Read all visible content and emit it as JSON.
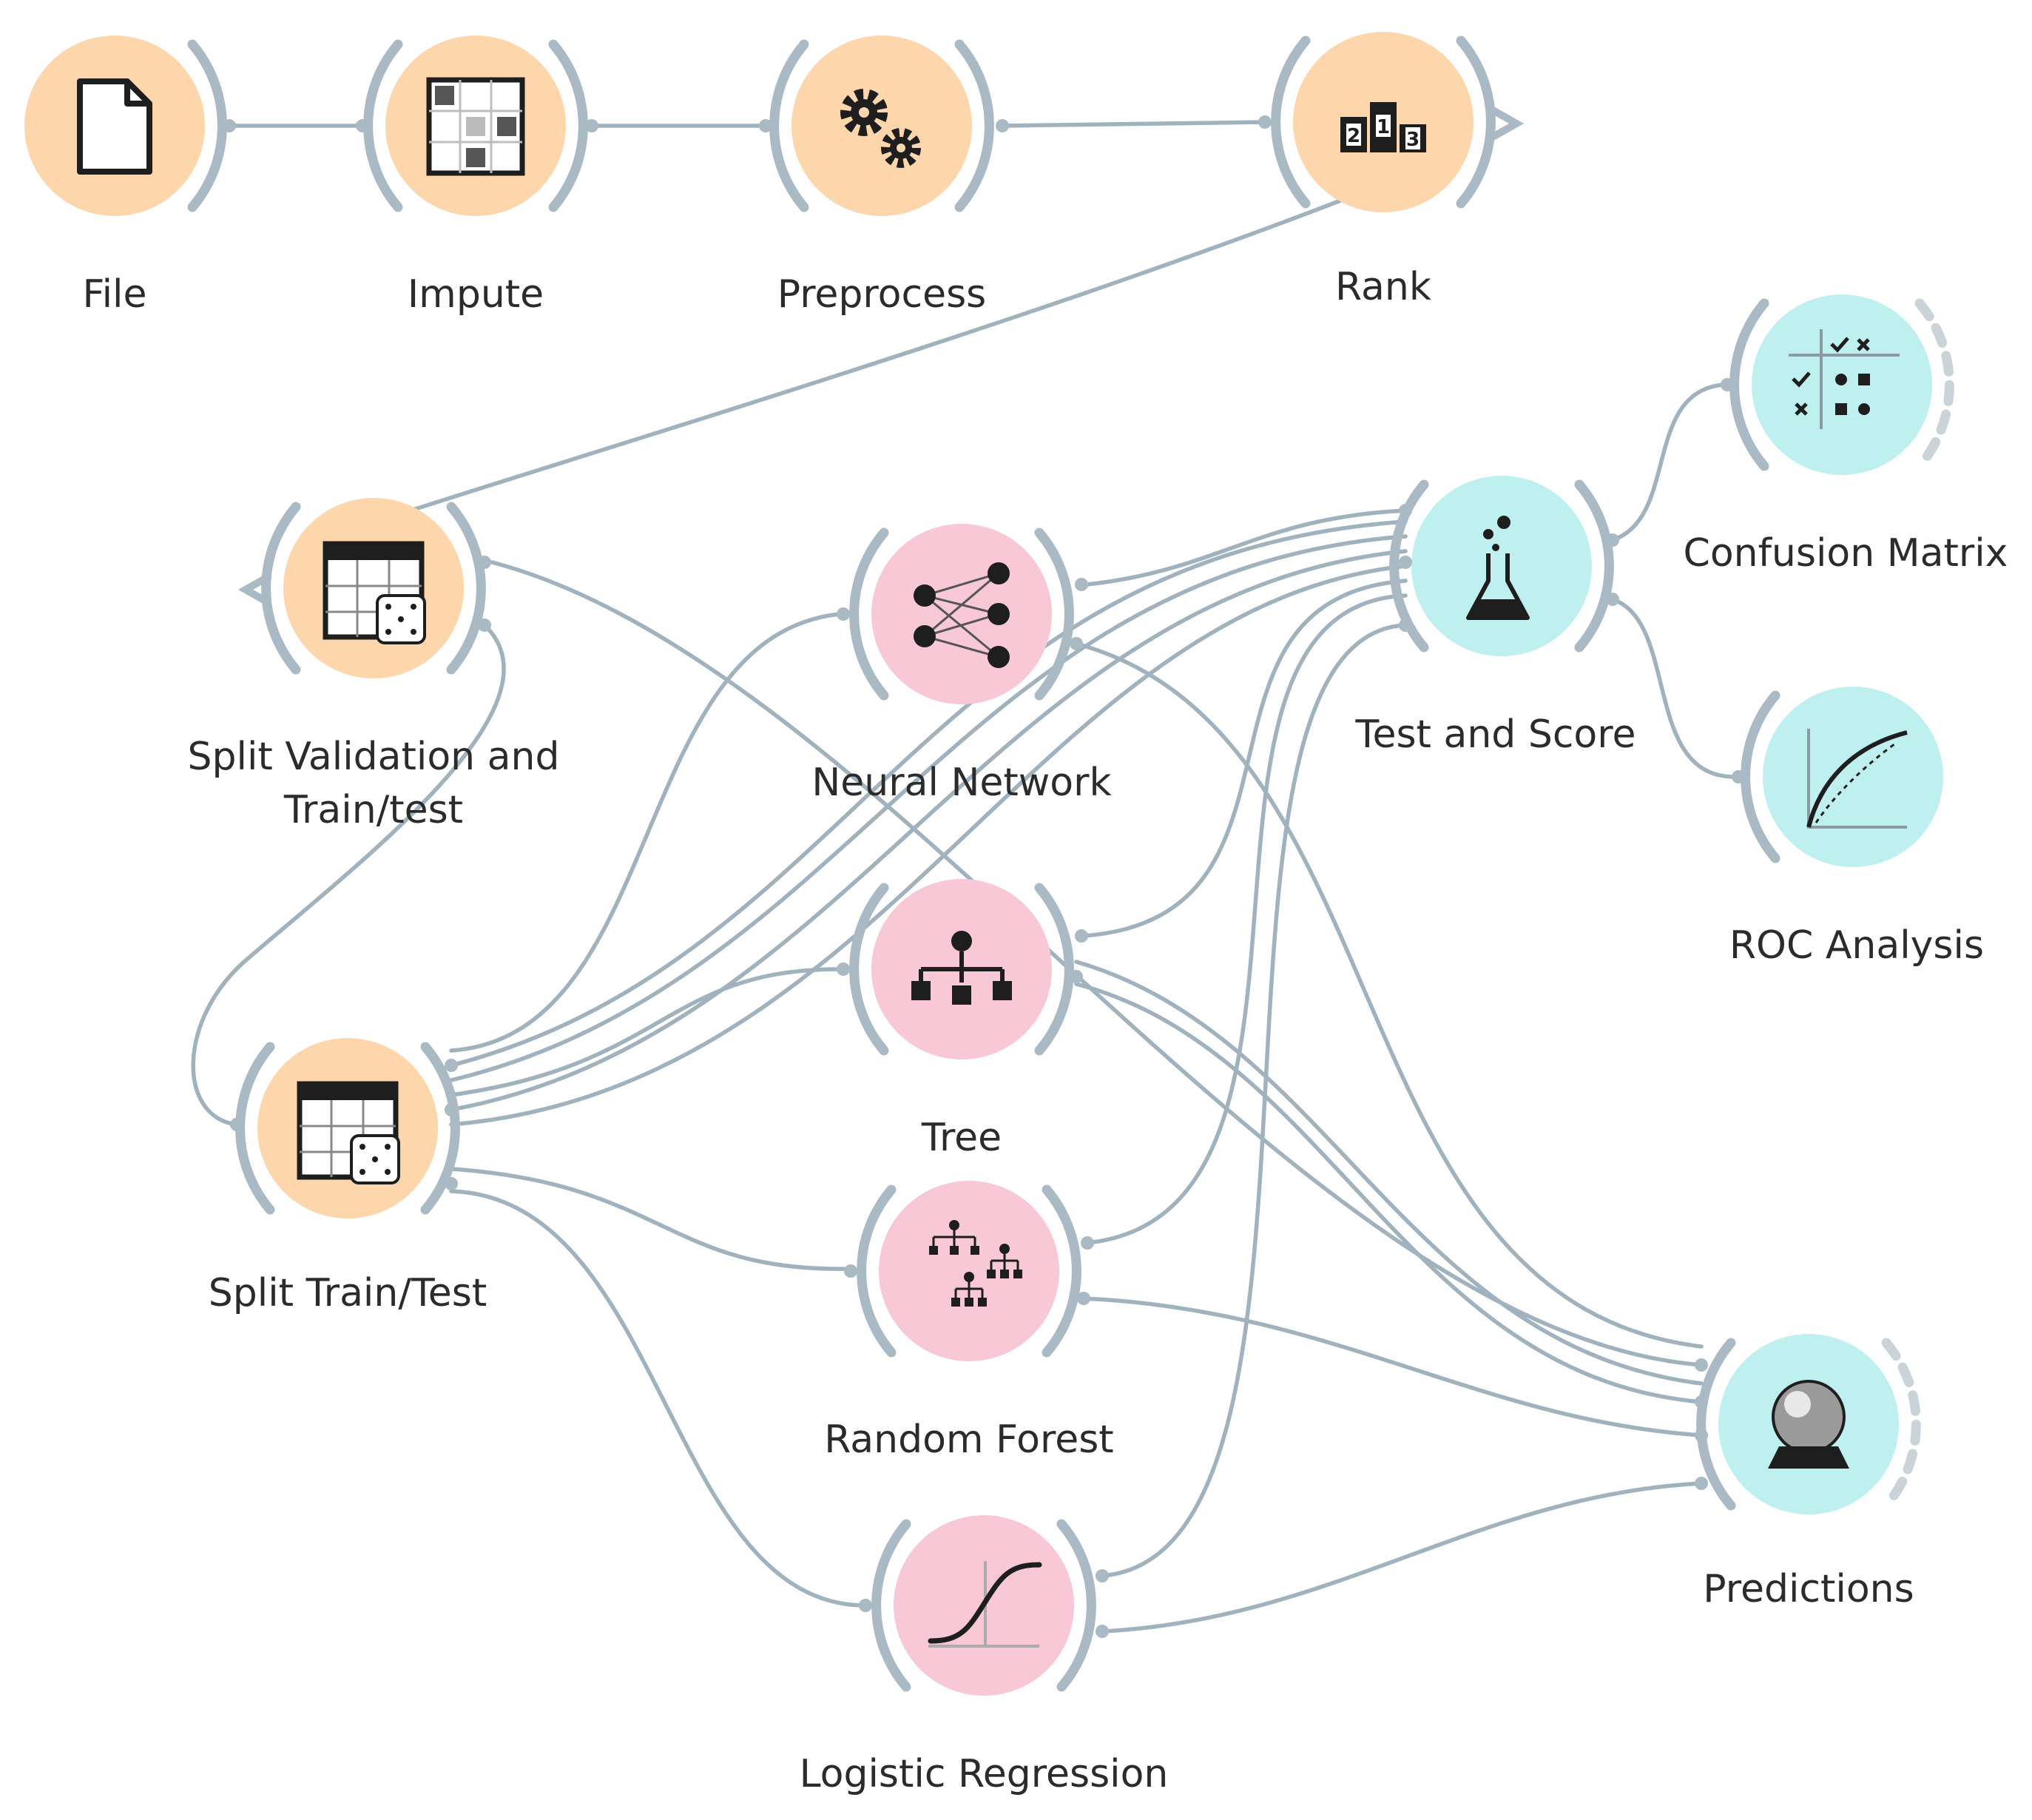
{
  "colors": {
    "data_node": "#fdd7ab",
    "model_node": "#f8c8d6",
    "eval_node": "#bff0f0",
    "link": "#9fb2bd",
    "bracket": "#a9bac4",
    "label": "#2b2b2b"
  },
  "nodes": {
    "file": {
      "label": "File",
      "icon": "file-icon"
    },
    "impute": {
      "label": "Impute",
      "icon": "impute-icon"
    },
    "preprocess": {
      "label": "Preprocess",
      "icon": "gears-icon"
    },
    "rank": {
      "label": "Rank",
      "icon": "podium-icon",
      "digits": [
        "2",
        "1",
        "3"
      ]
    },
    "split_validation": {
      "label_line1": "Split Validation and",
      "label_line2": "Train/test",
      "icon": "data-sampler-icon"
    },
    "split_train_test": {
      "label": "Split Train/Test",
      "icon": "data-sampler-icon"
    },
    "neural_network": {
      "label": "Neural Network",
      "icon": "neural-network-icon"
    },
    "tree": {
      "label": "Tree",
      "icon": "tree-icon"
    },
    "random_forest": {
      "label": "Random Forest",
      "icon": "random-forest-icon"
    },
    "logistic_regression": {
      "label": "Logistic Regression",
      "icon": "sigmoid-icon"
    },
    "test_and_score": {
      "label": "Test and Score",
      "icon": "flask-icon"
    },
    "confusion_matrix": {
      "label": "Confusion Matrix",
      "icon": "confusion-matrix-icon"
    },
    "roc_analysis": {
      "label": "ROC Analysis",
      "icon": "roc-curve-icon"
    },
    "predictions": {
      "label": "Predictions",
      "icon": "crystal-ball-icon"
    }
  }
}
